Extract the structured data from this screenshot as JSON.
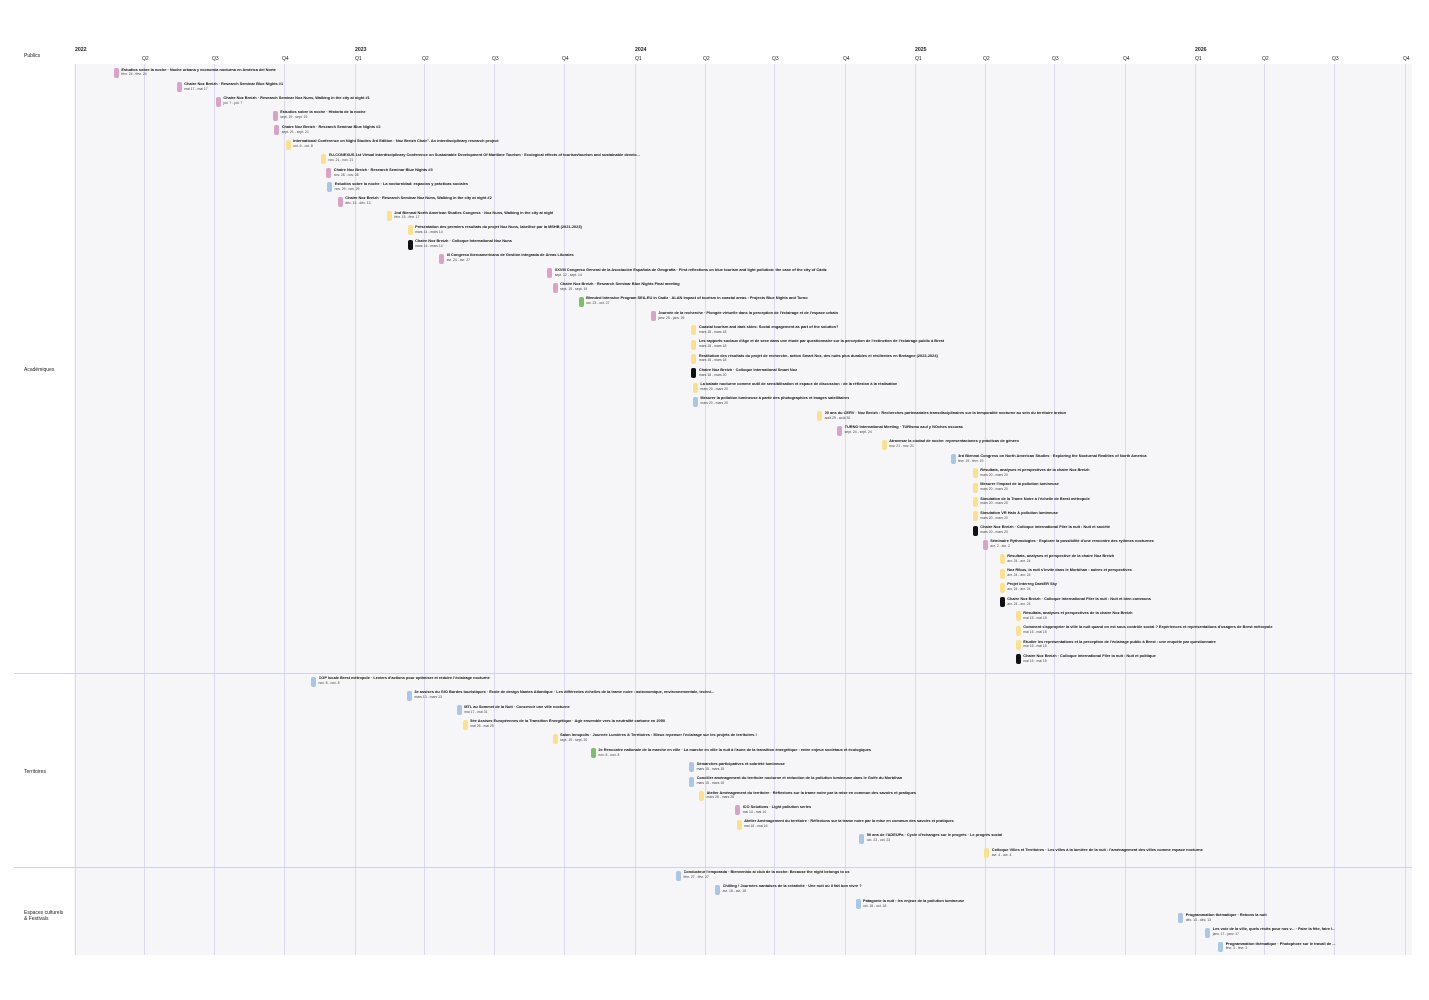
{
  "header": {
    "label": "Publics"
  },
  "colors": {
    "pink": "#d8a3c4",
    "yellow": "#fbe18d",
    "blue": "#a9c6e6",
    "green": "#7cbf6a",
    "black": "#111111",
    "band": "#f6f6f8",
    "gridline": "#d9d9f3"
  },
  "chart_data": {
    "type": "timeline",
    "x_start": "2022-01-01",
    "x_end": "2026-09-30",
    "years": [
      "2022",
      "2023",
      "2024",
      "2025",
      "2026"
    ],
    "quarter_labels": [
      "Q2",
      "Q3",
      "Q4",
      "Q1"
    ],
    "groups": [
      {
        "name": "Académiques",
        "items": [
          {
            "title": "Estudios sobre la noche · Noche urbana y economía nocturna en América del Norte",
            "date": "févr. 24 - févr. 24",
            "start": "2022-02-24",
            "color": "pink"
          },
          {
            "title": "Chaire Noz Breizh · Research Seminar Blue Nights #1",
            "date": "mai 17 - mai 17",
            "start": "2022-05-17",
            "color": "pink"
          },
          {
            "title": "Chaire Noz Breizh · Research Seminar Noz Nuns, Walking in the city at night #1",
            "date": "juil. 7 - juil. 7",
            "start": "2022-07-07",
            "color": "pink"
          },
          {
            "title": "Estudios sobre la noche · Historia de la noche",
            "date": "sept. 19 - sept. 19",
            "start": "2022-09-19",
            "color": "pink"
          },
          {
            "title": "Chaire Noz Breizh · Research Seminar Blue Nights #2",
            "date": "sept. 21 - sept. 21",
            "start": "2022-09-21",
            "color": "pink"
          },
          {
            "title": "International Conference on Night Studies 3rd Edition · Noz Breizh Chair\". An interdisciplinary research project",
            "date": "oct. 6 - oct. 8",
            "start": "2022-10-06",
            "color": "yellow"
          },
          {
            "title": "EU-CONEXUS 1st Virtual Interdisciplinary Conference on Sustainable Development Of Maritime Tourism · Ecological effects of tourism/tourism and sustainable develo...",
            "date": "nov. 21 - nov. 21",
            "start": "2022-11-21",
            "color": "yellow"
          },
          {
            "title": "Chaire Noz Breizh · Research Seminar Blue Nights #3",
            "date": "nov. 28 - nov. 28",
            "start": "2022-11-28",
            "color": "pink"
          },
          {
            "title": "Estudios sobre la noche · La nocturnidad: espacios y prácticas sociales",
            "date": "nov. 29 - nov. 29",
            "start": "2022-11-29",
            "color": "blue"
          },
          {
            "title": "Chaire Noz Breizh · Research Seminar Noz Nuns, Walking in the city at night #2",
            "date": "déc. 13 - déc. 13",
            "start": "2022-12-13",
            "color": "pink"
          },
          {
            "title": "2nd Biennal North American Studies Congress · Noz Nuns, Walking in the city at night",
            "date": "févr. 15 - févr. 17",
            "start": "2023-02-15",
            "color": "yellow"
          },
          {
            "title": "Présentation des premiers résultats du projet Noz Nuns, labellisé par la MSHB (2021-2023)",
            "date": "mars 14 - mars 14",
            "start": "2023-03-14",
            "color": "yellow"
          },
          {
            "title": "Chaire Noz Breizh · Colloque International Noz Nuns",
            "date": "mars 14 - mars 14",
            "start": "2023-03-14",
            "color": "black"
          },
          {
            "title": "III Congreso Iberoamericano de Gestión Integrada de Áreas Litorales",
            "date": "avr. 24 - avr. 27",
            "start": "2023-04-24",
            "color": "pink"
          },
          {
            "title": "XXVIII Congreso General de la Asociación Española de Geografía · First reflections on blue tourism and light pollution: the case of the city of Cádiz",
            "date": "sept. 12 - sept. 14",
            "start": "2023-09-12",
            "color": "pink"
          },
          {
            "title": "Chaire Noz Breizh · Research Seminar Blue Nights Final meeting",
            "date": "sept. 19 - sept. 19",
            "start": "2023-09-19",
            "color": "pink"
          },
          {
            "title": "Blended Intensive Program SEA-EU in Cadiz · ALAN impact of tourism in coastal areas : Projects Blue Nights and Turno",
            "date": "oct. 23 - oct. 27",
            "start": "2023-10-23",
            "color": "green"
          },
          {
            "title": "Journée de la recherche · Plongée virtuelle dans la perception de l'éclairage et de l'espace urbain",
            "date": "janv. 25 - janv. 25",
            "start": "2024-01-25",
            "color": "pink"
          },
          {
            "title": "Coastal tourism and dark skies: Social engagement as part of the solution?",
            "date": "mars 18 - mars 18",
            "start": "2024-03-18",
            "color": "yellow"
          },
          {
            "title": "Les rapports sociaux d'âge et de sexe dans une étude par questionnaire sur la perception de l'extinction de l'éclairage public à Brest",
            "date": "mars 18 - mars 18",
            "start": "2024-03-18",
            "color": "yellow"
          },
          {
            "title": "Restitution des résultats du projet de recherche- action Smart Noz, des nuits plus durables et résilientes en Bretagne (2022-2024)",
            "date": "mars 18 - mars 18",
            "start": "2024-03-18",
            "color": "yellow"
          },
          {
            "title": "Chaire Noz Breizh · Colloque International Smart Noz",
            "date": "mars 18 - mars 20",
            "start": "2024-03-18",
            "color": "black"
          },
          {
            "title": "La balade nocturne comme outil de sensibilisation et espace de discussion : de la réflexion à la réalisation",
            "date": "mars 20 - mars 20",
            "start": "2024-03-20",
            "color": "yellow"
          },
          {
            "title": "Mesurer la pollution lumineuse à partir des photographies et images satellitaires",
            "date": "mars 20 - mars 20",
            "start": "2024-03-20",
            "color": "blue"
          },
          {
            "title": "20 ans du CERV · Noz Breizh : Recherches partenariales transdisciplinaires sur la temporalité nocturne au sein du territoire breton",
            "date": "août 29 - août 30",
            "start": "2024-08-29",
            "color": "yellow"
          },
          {
            "title": "TURNO International Meeting · TURismo azul y NOches oscuras",
            "date": "sept. 24 - sept. 24",
            "start": "2024-09-24",
            "color": "pink"
          },
          {
            "title": "Atravesar la ciudad de noche: representaciones y prácticas de género",
            "date": "nov. 21 - nov. 21",
            "start": "2024-11-21",
            "color": "yellow"
          },
          {
            "title": "3rd Biennal Congress on North American Studies · Exploring the Nocturnal Realities of North America",
            "date": "févr. 19 - févr. 19",
            "start": "2025-02-19",
            "color": "blue"
          },
          {
            "title": "Résultats, analyses et perspectives de la chaire Noz Breizh",
            "date": "mars 20 - mars 20",
            "start": "2025-03-20",
            "color": "yellow"
          },
          {
            "title": "Mesurer l'impact de la pollution lumineuse",
            "date": "mars 20 - mars 20",
            "start": "2025-03-20",
            "color": "yellow"
          },
          {
            "title": "Simulation de la Trame Noire à l'échelle de Brest métropole",
            "date": "mars 20 - mars 20",
            "start": "2025-03-20",
            "color": "yellow"
          },
          {
            "title": "Simulation VR Halo & pollution lumineuse",
            "date": "mars 20 - mars 20",
            "start": "2025-03-20",
            "color": "yellow"
          },
          {
            "title": "Chaire Noz Breizh · Colloque international Filer la nuit : Nuit et société",
            "date": "mars 20 - mars 20",
            "start": "2025-03-20",
            "color": "black"
          },
          {
            "title": "Séminaire Rythmologies · Explorer la possibilité d'une rencontre des rythmes nocturnes",
            "date": "avr. 2 - avr. 2",
            "start": "2025-04-02",
            "color": "pink"
          },
          {
            "title": "Résultats, analyses et perspective de la chaire Noz Breizh",
            "date": "avr. 24 - avr. 24",
            "start": "2025-04-24",
            "color": "yellow"
          },
          {
            "title": "Noz Ribus, la nuit s'invite dans le Morbihan : autres et perspectives",
            "date": "avr. 24 - avr. 24",
            "start": "2025-04-24",
            "color": "yellow"
          },
          {
            "title": "Projet Interreg DarkER Sky",
            "date": "avr. 24 - avr. 24",
            "start": "2025-04-24",
            "color": "yellow"
          },
          {
            "title": "Chaire Noz Breizh · Colloque international Filer la nuit : Nuit et bien communs",
            "date": "avr. 24 - avr. 24",
            "start": "2025-04-24",
            "color": "black"
          },
          {
            "title": "Résultats, analyses et perspectives de la chaire Noz Breizh",
            "date": "mai 15 - mai 15",
            "start": "2025-05-15",
            "color": "yellow"
          },
          {
            "title": "Comment s'approprier la ville la nuit quand on est sous contrôle social ? Expériences et représentations d'usagers de Brest métropole",
            "date": "mai 15 - mai 15",
            "start": "2025-05-15",
            "color": "yellow"
          },
          {
            "title": "Étudier les représentations et la perception de l'éclairage public à Brest : une enquête par questionnaire",
            "date": "mai 15 - mai 15",
            "start": "2025-05-15",
            "color": "yellow"
          },
          {
            "title": "Chaire Noz Breizh · Colloque international Filer la nuit : Nuit et politique",
            "date": "mai 15 - mai 15",
            "start": "2025-05-15",
            "color": "black"
          }
        ]
      },
      {
        "name": "Territoires",
        "items": [
          {
            "title": "COP locale Brest métropole · Leviers d'actions pour optimiser et réduire l'éclairage nocturne",
            "date": "nov. 8 - nov. 8",
            "start": "2022-11-08",
            "color": "blue"
          },
          {
            "title": "3e assises du GIO Bordes touristiques · École de design Nantes Atlantique · Les différentes échelles de la trame noire : astronomique, environnementale, techni...",
            "date": "mars 13 - mars 13",
            "start": "2023-03-13",
            "color": "blue"
          },
          {
            "title": "MTL au Sommet de la Nuit · Concevoir une ville nocturne",
            "date": "mai 17 - mai 31",
            "start": "2023-05-17",
            "color": "blue"
          },
          {
            "title": "5èe Assises Européennes de la Transition Énergétique · Agir ensemble vers la neutralité carbone en 2050",
            "date": "mai 25 - mai 25",
            "start": "2023-05-25",
            "color": "yellow"
          },
          {
            "title": "Salon Innopolis · Journée Lumières & Territoires : Mieux repenser l'éclairage sur les projets de territoires !",
            "date": "sept. 19 - sept. 20",
            "start": "2023-09-19",
            "color": "yellow"
          },
          {
            "title": "2e Rencontre nationale de la marche en ville · La marche en ville la nuit à l'aune de la transition énergétique : entre enjeux sociétaux et écologiques",
            "date": "nov. 8 - nov. 8",
            "start": "2023-11-08",
            "color": "green"
          },
          {
            "title": "Démarches participatives et sobriété lumineuse",
            "date": "mars 15 - mars 15",
            "start": "2024-03-15",
            "color": "blue"
          },
          {
            "title": "Concilier aménagement du territoire nocturne et réduction de la pollution lumineuse dans le Golfe du Morbihan",
            "date": "mars 15 - mars 15",
            "start": "2024-03-15",
            "color": "blue"
          },
          {
            "title": "Atelier Aménagement du territoire · Réflexions sur la trame noire par la mise en commun des savoirs et pratiques",
            "date": "mars 28 - mars 28",
            "start": "2024-03-28",
            "color": "yellow"
          },
          {
            "title": "ICO Solutions · Light pollution series",
            "date": "mai 14 - mai 14",
            "start": "2024-05-14",
            "color": "pink"
          },
          {
            "title": "Atelier Aménagement du territoire · Réflexions sur la trame noire par la mise en commun des savoirs et pratiques",
            "date": "mai 16 - mai 16",
            "start": "2024-05-16",
            "color": "yellow"
          },
          {
            "title": "50 ans de l'ADEUPa · Cycle d'échanges sur le progrès · Le progrès social",
            "date": "oct. 23 - oct. 23",
            "start": "2024-10-23",
            "color": "blue"
          },
          {
            "title": "Colloque Villes et Territoires · Les villes à la lumière de la nuit : l'aménagement des villes comme espace nocturne",
            "date": "avr. 4 - avr. 4",
            "start": "2025-04-04",
            "color": "yellow"
          }
        ]
      },
      {
        "name": "Espaces culturels & Festivals",
        "items": [
          {
            "title": "Conducteur l'emporada · Bienvenido al club de la noche: Because the night belongs to us",
            "date": "févr. 27 - févr. 27",
            "start": "2024-02-27",
            "color": "blue"
          },
          {
            "title": "Chilling ! Journées nantaises de la créativité · Une nuit où il fait bon vivre ?",
            "date": "avr. 18 - avr. 18",
            "start": "2024-04-18",
            "color": "blue"
          },
          {
            "title": "Patagonie la nuit : les enjeux de la pollution lumineuse",
            "date": "oct. 18 - oct. 18",
            "start": "2024-10-18",
            "color": "blue"
          },
          {
            "title": "Programmation thématique · Rebons la nuit",
            "date": "déc. 13 - déc. 13",
            "start": "2025-12-13",
            "color": "blue"
          },
          {
            "title": "Les voix de la ville, quels récits pour nos v... · Faire la fête, faire l...",
            "date": "janv. 17 - janv. 17",
            "start": "2026-01-17",
            "color": "blue"
          },
          {
            "title": "Programmation thématique · Photophore sur le travail de ...",
            "date": "févr. 3 - févr. 3",
            "start": "2026-02-03",
            "color": "blue"
          }
        ]
      }
    ]
  }
}
